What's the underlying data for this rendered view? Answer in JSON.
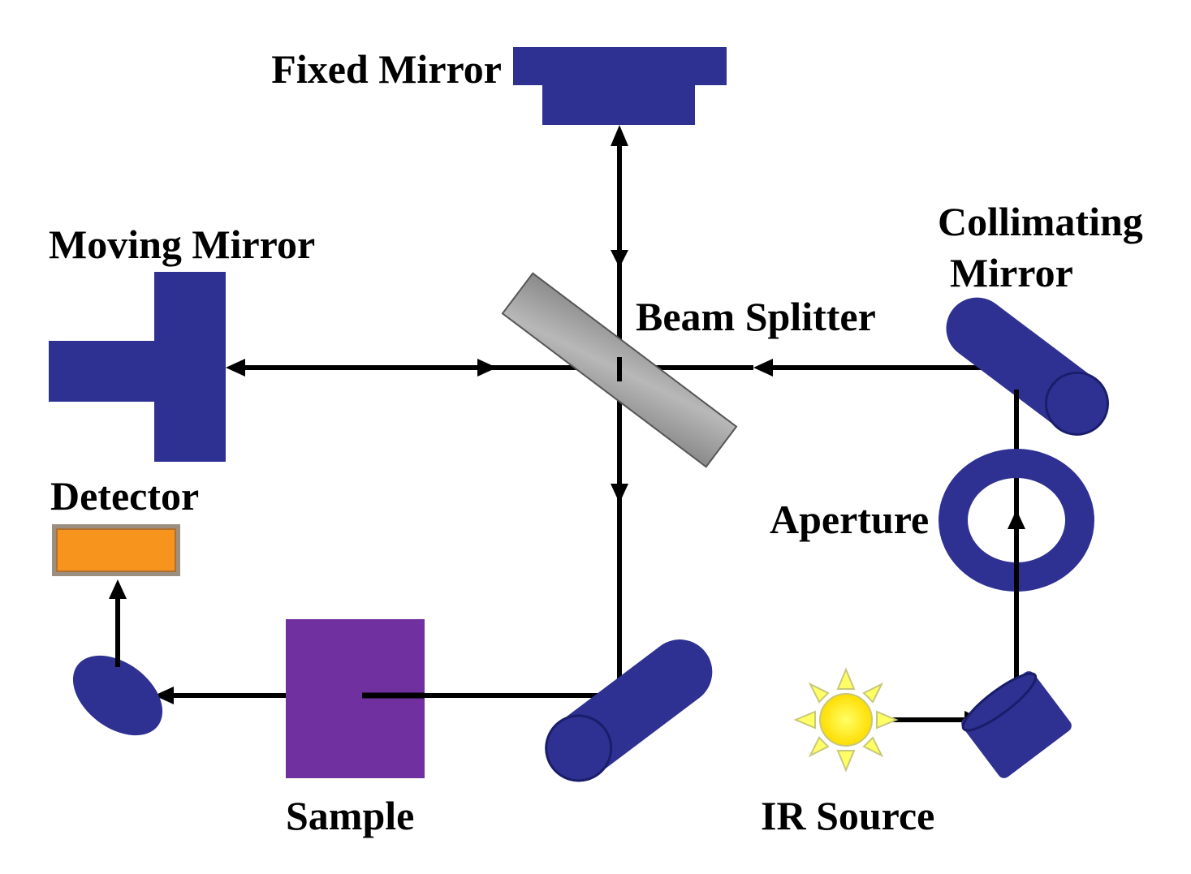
{
  "labels": {
    "fixed_mirror": "Fixed Mirror",
    "moving_mirror": "Moving Mirror",
    "collimating_mirror_line1": "Collimating",
    "collimating_mirror_line2": "Mirror",
    "beam_splitter": "Beam Splitter",
    "detector": "Detector",
    "aperture": "Aperture",
    "sample": "Sample",
    "ir_source": "IR Source"
  },
  "colors": {
    "mirror": "#2e3192",
    "beam_splitter": "#a0a0a0",
    "detector": "#f7941d",
    "sample": "#7030a0",
    "ir_source": "#ffff00",
    "beam": "#000000"
  }
}
